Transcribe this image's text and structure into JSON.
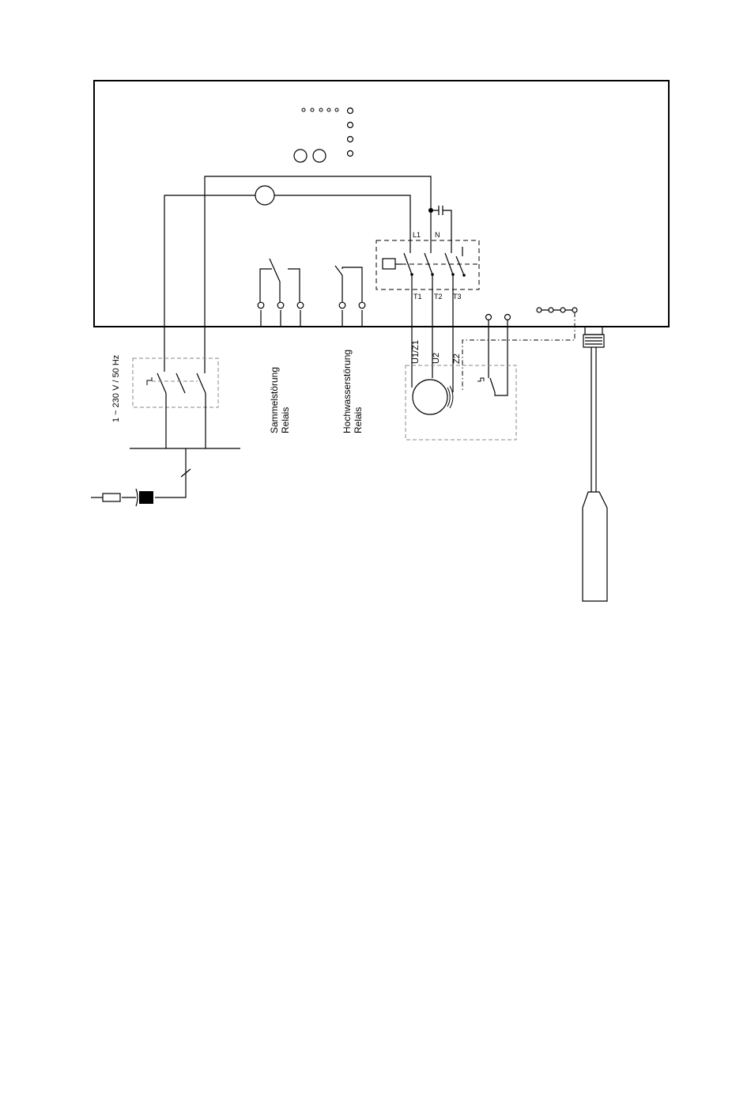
{
  "supply": {
    "label": "1 ~ 230 V / 50 Hz"
  },
  "relays": {
    "common_fault": {
      "line1": "Sammelstörung",
      "line2": "Relais"
    },
    "high_water": {
      "line1": "Hochwasserstörung",
      "line2": "Relais"
    }
  },
  "contactor": {
    "line_labels": [
      "L1",
      "N"
    ],
    "output_labels": [
      "T1",
      "T2",
      "T3"
    ]
  },
  "motor": {
    "terminal_labels": [
      "U1/Z1",
      "U2",
      "Z2"
    ]
  },
  "colors": {
    "line": "#000000",
    "dashed_box": "#8a8a8a",
    "background": "#ffffff"
  }
}
